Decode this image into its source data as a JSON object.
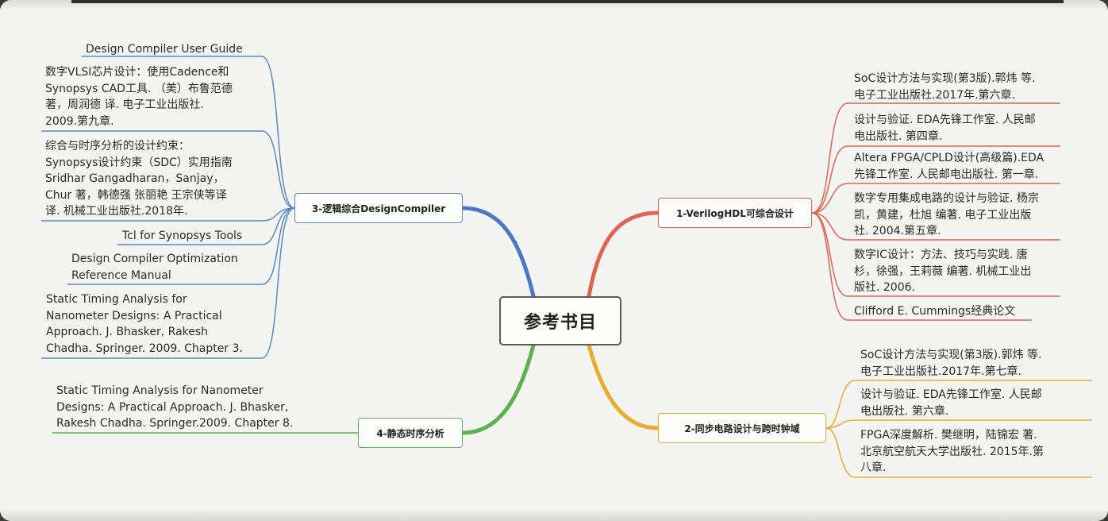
{
  "center": {
    "label": "参考书目"
  },
  "branches": {
    "b1": {
      "label": "1-VerilogHDL可综合设计",
      "color": "#e06452"
    },
    "b2": {
      "label": "2-同步电路设计与跨时钟域",
      "color": "#e8ac2e"
    },
    "b3": {
      "label": "3-逻辑综合DesignCompiler",
      "color": "#5a88c8"
    },
    "b4": {
      "label": "4-静态时序分析",
      "color": "#5cb24e"
    }
  },
  "leaves": {
    "b1": [
      "SoC设计方法与实现(第3版).郭炜 等.\n电子工业出版社.2017年.第六章.",
      "设计与验证. EDA先锋工作室. 人民邮\n电出版社. 第四章.",
      "Altera FPGA/CPLD设计(高级篇).EDA\n先锋工作室. 人民邮电出版社. 第一章.",
      "数字专用集成电路的设计与验证. 杨宗\n凯，黄建，杜旭 编著. 电子工业出版\n社. 2004.第五章.",
      "数字IC设计：方法、技巧与实践. 唐\n杉，徐强，王莉薇 编著. 机械工业出\n版社. 2006.",
      "Clifford E. Cummings经典论文"
    ],
    "b2": [
      "SoC设计方法与实现(第3版).郭炜 等.\n电子工业出版社.2017年.第七章.",
      "设计与验证. EDA先锋工作室. 人民邮\n电出版社. 第六章.",
      "FPGA深度解析.  樊继明，陆锦宏 著.\n北京航空航天大学出版社. 2015年.第\n八章."
    ],
    "b3": [
      "Design Compiler User Guide",
      "数字VLSI芯片设计：使用Cadence和\nSynopsys CAD工具. （美）布鲁范德\n著，周润德 译. 电子工业出版社.\n2009.第九章.",
      "综合与时序分析的设计约束：\nSynopsys设计约束（SDC）实用指南\nSridhar Gangadharan，Sanjay，\nChur 著，韩德强 张丽艳 王宗侠等译\n译. 机械工业出版社.2018年.",
      "Tcl for Synopsys Tools",
      "Design Compiler Optimization\nReference Manual",
      "Static Timing Analysis for\nNanometer Designs: A Practical\nApproach. J. Bhasker, Rakesh\nChadha. Springer. 2009. Chapter 3."
    ],
    "b4": [
      "Static Timing Analysis for Nanometer\nDesigns: A Practical Approach. J. Bhasker,\nRakesh Chadha. Springer.2009. Chapter 8."
    ]
  }
}
